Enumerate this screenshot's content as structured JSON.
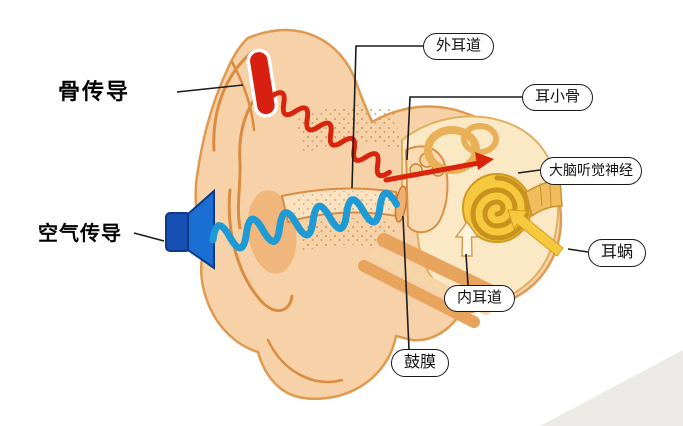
{
  "labels": {
    "bone_conduction": "骨传导",
    "air_conduction": "空气传导",
    "external_auditory_canal": "外耳道",
    "ossicles": "耳小骨",
    "brain_auditory_nerve": "大脑听觉神经",
    "cochlea": "耳蜗",
    "internal_auditory_canal": "内耳道",
    "eardrum": "鼓膜"
  },
  "icons": {
    "bone_conduction_device": "red-transducer-icon",
    "air_conduction_source": "blue-speaker-icon",
    "bone_wave": "red-wavy-arrow",
    "air_wave": "blue-wavy-arrow",
    "nerve_signal": "red-straight-arrow",
    "cochlea_pointer": "yellow-arrow",
    "internal_canal_pointer": "up-outline-arrow"
  },
  "colors": {
    "background": "#ffffff",
    "bone_wave_red": "#d8230d",
    "air_wave_blue": "#1e9ad4",
    "device_red": "#d81f10",
    "speaker_blue": "#1b6fd2",
    "cochlea_yellow": "#f5c83e",
    "skin_light": "#f7d2a8",
    "skin_outline": "#e09a50",
    "label_border": "#1a1a1a"
  }
}
